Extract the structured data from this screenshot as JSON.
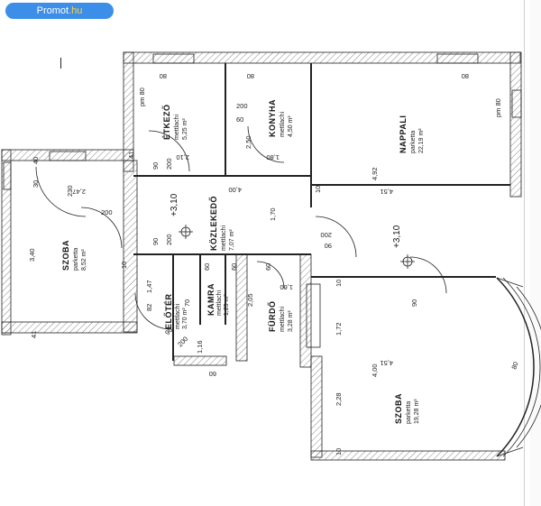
{
  "watermark": {
    "brand": "Promot",
    "ext": ".hu"
  },
  "rooms": {
    "etkezo": {
      "name": "ÉTKEZŐ",
      "floor": "mettlachi",
      "area": "5,25 m²"
    },
    "konyha": {
      "name": "KONYHA",
      "floor": "mettlachi",
      "area": "4,50 m²"
    },
    "nappali": {
      "name": "NAPPALI",
      "floor": "parketta",
      "area": "22,19 m²"
    },
    "kozlekedo": {
      "name": "KÖZLEKEDŐ",
      "floor": "mettlachi",
      "area": "7,07 m²"
    },
    "szoba_left": {
      "name": "SZOBA",
      "floor": "parketta",
      "area": "8,52 m²"
    },
    "eloter": {
      "name": "ELŐTÉR",
      "floor": "mettlachi",
      "area": "3,70 m²"
    },
    "kamra": {
      "name": "KAMRA",
      "floor": "mettlachi",
      "area": "1,29 m²"
    },
    "furdo": {
      "name": "FÜRDŐ",
      "floor": "mettlachi",
      "area": "3,28 m²"
    },
    "szoba_right": {
      "name": "SZOBA",
      "floor": "parketta",
      "area": "19,28 m²"
    }
  },
  "levels": {
    "hall": "+3,10",
    "living": "+3,10"
  },
  "dimensions": {
    "d80a": "80",
    "d80b": "80",
    "d80c": "80",
    "d80d": "80",
    "pm80a": "pm 80",
    "pm80b": "pm 80",
    "d200a": "200",
    "d200b": "200",
    "d200c": "200",
    "d200d": "200",
    "d200e": "200",
    "d200f": "200",
    "d90a": "90",
    "d90b": "90",
    "d90c": "90",
    "d90d": "90",
    "d90e": "90",
    "d60a": "60",
    "d60b": "60",
    "d60c": "60",
    "d60d": "60",
    "d60e": "60",
    "d250": "2,50",
    "d210": "2,10",
    "d180": "1,80",
    "d400a": "4,00",
    "d170": "1,70",
    "d492": "4,92",
    "d451a": "4,51",
    "d451b": "4,51",
    "d400b": "4,00",
    "d247": "2,47",
    "d230": "230",
    "d340": "3,40",
    "d40": "40",
    "d30": "30",
    "d147": "1,47",
    "d82": "82",
    "d116": "1,16",
    "d205": "2,05",
    "d160": "1,60",
    "d172": "1,72",
    "d228": "2,28",
    "d10a": "10",
    "d10b": "10",
    "d10c": "10",
    "d10d": "10",
    "d41a": "41",
    "d41b": "41",
    "d70": "70"
  }
}
